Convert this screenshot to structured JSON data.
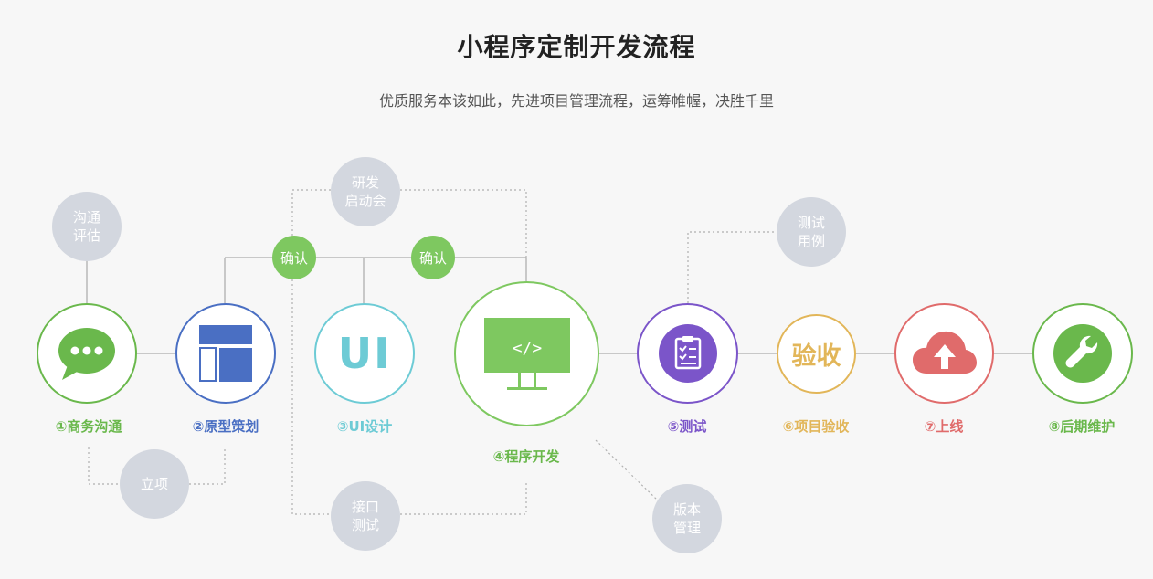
{
  "header": {
    "title": "小程序定制开发流程",
    "subtitle": "优质服务本该如此，先进项目管理流程，运筹帷幄，决胜千里"
  },
  "steps": [
    {
      "label": "①商务沟通",
      "color": "#6ab84c"
    },
    {
      "label": "②原型策划",
      "color": "#4a6fc3"
    },
    {
      "label": "③UI设计",
      "color": "#6dcbd5",
      "icon_text": "UI"
    },
    {
      "label": "④程序开发",
      "color": "#6ab84c",
      "icon_text": "</>"
    },
    {
      "label": "⑤测试",
      "color": "#7b55c9"
    },
    {
      "label": "⑥项目验收",
      "color": "#e2b659",
      "icon_text": "验收"
    },
    {
      "label": "⑦上线",
      "color": "#e06b6b"
    },
    {
      "label": "⑧后期维护",
      "color": "#6ab84c"
    }
  ],
  "bubbles": {
    "eval": [
      "沟通",
      "评估"
    ],
    "lixiang": [
      "立项"
    ],
    "kickoff": [
      "研发",
      "启动会"
    ],
    "interface": [
      "接口",
      "测试"
    ],
    "testcase": [
      "测试",
      "用例"
    ],
    "version": [
      "版本",
      "管理"
    ]
  },
  "confirm_label": "确认",
  "colors": {
    "bubble": "#d3d7df",
    "confirm": "#7ec860",
    "line": "#b8b8b8",
    "dotted": "#b0b0b0"
  }
}
